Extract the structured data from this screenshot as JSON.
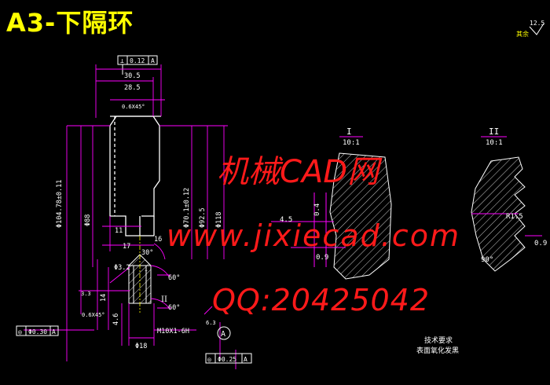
{
  "title": "A3-下隔环",
  "watermark": {
    "line1": "机械CAD网",
    "line2": "www.jixiecad.com",
    "line3": "QQ:20425042"
  },
  "roughness_corner": {
    "value": "12.5",
    "note": "其余"
  },
  "tolerances": {
    "top_frame": {
      "symbol": "⊥",
      "value": "0.12",
      "datum": "A"
    },
    "bottom_left_frame": {
      "symbol": "◎",
      "value": "Φ0.30",
      "datum": "A"
    },
    "bottom_right_frame": {
      "symbol": "◎",
      "value": "Φ0.25",
      "datum": "A"
    }
  },
  "dimensions": {
    "d30_5": "30.5",
    "d28_5": "28.5",
    "chamfer_top": "0.6X45°",
    "chamfer_bottom": "0.6X45°",
    "dia_104": "Φ104.78±0.11",
    "dia_88": "Φ88",
    "dia_70": "Φ70.1±0.12",
    "dia_92": "Φ92.5",
    "dia_118": "Φ118",
    "d11": "11",
    "d17": "17",
    "d3_2": "Φ3.2",
    "d30deg": "30°",
    "d60a": "60°",
    "d60b": "60°",
    "d3_3": "3.3",
    "d14": "14",
    "d4_6": "4.6",
    "d18": "Φ18",
    "thread": "M10X1-6H",
    "d6_3": "6.3",
    "d16": "16",
    "datum_A": "A",
    "mark_I": "I",
    "mark_II": "II"
  },
  "detail_I": {
    "label": "I",
    "scale": "10:1",
    "d4_5": "4.5",
    "d0_4": "0.4",
    "d0_9": "0.9"
  },
  "detail_II": {
    "label": "II",
    "scale": "10:1",
    "r1_5": "R1.5",
    "d0_9": "0.9",
    "angle": "90°"
  },
  "notes": {
    "line1": "技术要求",
    "line2": "表面氧化发黑"
  },
  "colors": {
    "dimension": "#ff00ff",
    "outline": "#ffffff",
    "text": "#ffffff",
    "title": "#ffff00",
    "watermark": "#ff1a1a",
    "hatch": "#ffffff"
  }
}
